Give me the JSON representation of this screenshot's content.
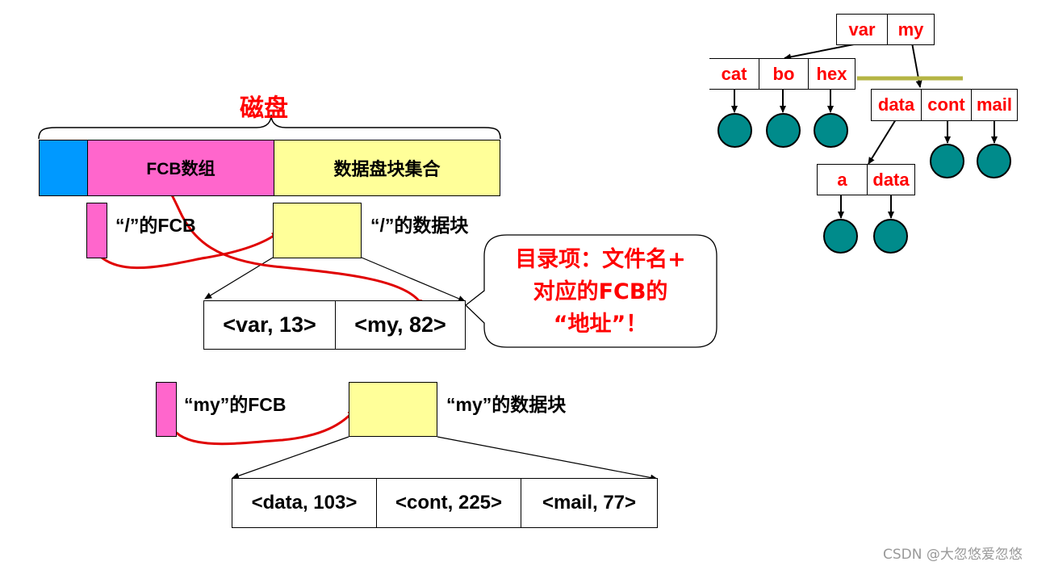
{
  "disk": {
    "title": "磁盘",
    "segments": {
      "fcb_array": "FCB数组",
      "data_blocks": "数据盘块集合"
    },
    "colors": {
      "boot": "#0099ff",
      "fcb": "#ff66cc",
      "data": "#ffff99",
      "accent_red": "#ff0000",
      "node": "#008b8b"
    }
  },
  "root": {
    "fcb_label": "“/”的FCB",
    "block_label": "“/”的数据块",
    "entries": [
      "<var, 13>",
      "<my, 82>"
    ]
  },
  "callout": {
    "line1": "目录项：文件名+",
    "line2": "对应的FCB的",
    "line3": "“地址”！"
  },
  "my": {
    "fcb_label": "“my”的FCB",
    "block_label": "“my”的数据块",
    "entries": [
      "<data, 103>",
      "<cont, 225>",
      "<mail, 77>"
    ]
  },
  "tree": {
    "root_cells": [
      "var",
      "my"
    ],
    "var_cells": [
      "cat",
      "bo",
      "hex"
    ],
    "my_cells": [
      "data",
      "cont",
      "mail"
    ],
    "data_cells": [
      "a",
      "data"
    ]
  },
  "watermark": "CSDN @大忽悠爱忽悠"
}
